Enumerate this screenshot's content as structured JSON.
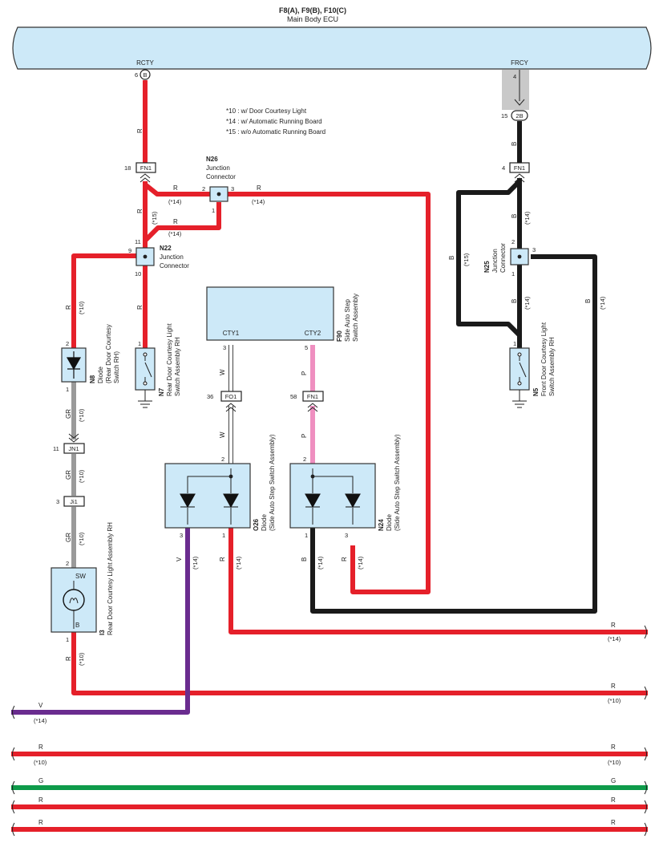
{
  "ecu": {
    "code": "F8(A), F9(B), F10(C)",
    "name": "Main Body ECU",
    "pin_left_name": "RCTY",
    "pin_left_num": "6",
    "pin_left_conn": "B",
    "pin_right_name": "FRCY",
    "pin_right_num": "15",
    "pin_right_conn": "2B",
    "pin_right_top": "4"
  },
  "notes": [
    "*10 : w/ Door Courtesy Light",
    "*14 : w/ Automatic Running Board",
    "*15 : w/o Automatic Running Board"
  ],
  "connectors": {
    "fn1_left": {
      "pin": "18",
      "name": "FN1"
    },
    "fn1_right": {
      "pin": "4",
      "name": "FN1"
    },
    "fn1_mid": {
      "pin": "58",
      "name": "FN1"
    },
    "fo1": {
      "pin": "36",
      "name": "FO1"
    },
    "jn1": {
      "pin": "11",
      "name": "JN1"
    },
    "ji1": {
      "pin": "3",
      "name": "Ji1"
    }
  },
  "n26": {
    "code": "N26",
    "line1": "Junction",
    "line2": "Connector",
    "p2": "2",
    "p3": "3",
    "p1": "1"
  },
  "n22": {
    "code": "N22",
    "line1": "Junction",
    "line2": "Connector",
    "p11": "11",
    "p9": "9",
    "p10": "10"
  },
  "n25": {
    "code": "N25",
    "line1": "Junction",
    "line2": "Connector",
    "p2": "2",
    "p3": "3",
    "p1": "1"
  },
  "n8": {
    "code": "N8",
    "name": "Diode",
    "sub1": "(Rear Door Courtesy",
    "sub2": "Switch RH)",
    "p2": "2",
    "p1": "1"
  },
  "n7": {
    "code": "N7",
    "name1": "Rear Door Courtesy Light",
    "name2": "Switch Assembly RH",
    "p1": "1"
  },
  "n5": {
    "code": "N5",
    "name1": "Front Door Courtesy Light",
    "name2": "Switch Assembly RH",
    "p1": "1"
  },
  "f90": {
    "code": "F90",
    "name1": "Side Auto Step",
    "name2": "Switch Assembly",
    "pin1": "CTY1",
    "pin2": "CTY2",
    "p3": "3",
    "p5": "5"
  },
  "o26": {
    "code": "O26",
    "name": "Diode",
    "sub": "(Side Auto Step Switch Assembly)",
    "p2": "2",
    "p3": "3",
    "p1": "1"
  },
  "n24": {
    "code": "N24",
    "name": "Diode",
    "sub": "(Side Auto Step Switch Assembly)",
    "p2": "2",
    "p1": "1",
    "p3": "3"
  },
  "i3": {
    "code": "I3",
    "name": "Rear Door Courtesy Light Assembly RH",
    "sw": "SW",
    "b": "B",
    "p2": "2",
    "p1": "1"
  },
  "wire_labels": {
    "r": "R",
    "b": "B",
    "gr": "GR",
    "w": "W",
    "p": "P",
    "v": "V",
    "g": "G",
    "n10": "(*10)",
    "n14": "(*14)",
    "n15": "(*15)"
  },
  "colors": {
    "red": "#e5202a",
    "black": "#1a1a1a",
    "gray": "#9a9a9a",
    "pink": "#ef8fc0",
    "violet": "#6a2c8f",
    "green": "#0e9b4a",
    "ecu_fill": "#cde9f8"
  }
}
